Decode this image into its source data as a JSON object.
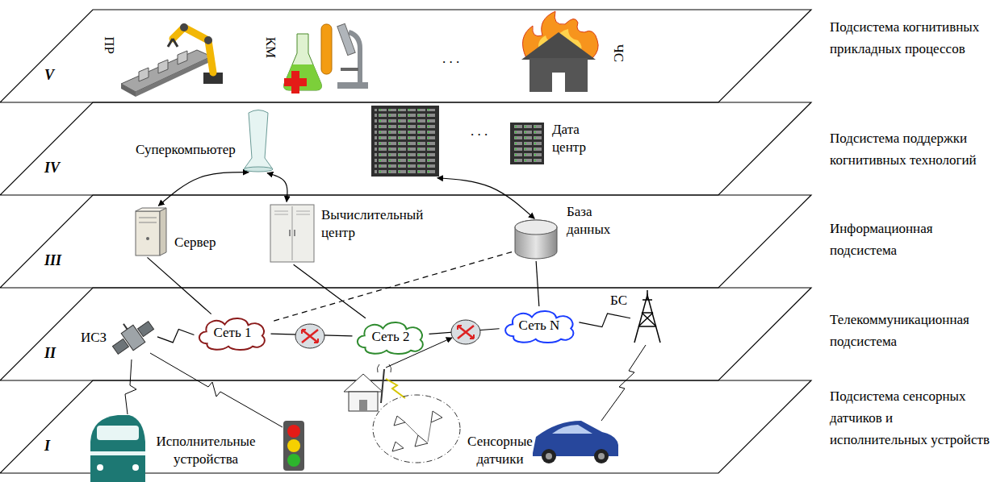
{
  "diagram": {
    "nodes": [
      {
        "text": [
          "V",
          "Подсистема когнитивных прикладных процессов"
        ]
      },
      {
        "text": [
          "IV",
          "Подсистема поддержки когнитивных технологий"
        ]
      },
      {
        "text": [
          "III",
          "Информационная подсистема"
        ]
      },
      {
        "text": [
          "II",
          "Телекоммуникационная подсистема"
        ]
      },
      {
        "text": [
          "I",
          "Подсистема сенсорных датчиков и исполнительных устройств"
        ]
      },
      {
        "text": [
          "ПР"
        ],
        "in": 0
      },
      {
        "text": [
          "КМ"
        ],
        "in": 0
      },
      {
        "text": [
          "ЧС"
        ],
        "in": 0
      },
      {
        "text": [
          "Суперкомпьютер"
        ],
        "in": 1
      },
      {
        "text": [
          "Дата центр"
        ],
        "in": 1
      },
      {
        "text": [
          "Сервер"
        ],
        "in": 2
      },
      {
        "text": [
          "Вычислительный центр"
        ],
        "in": 2
      },
      {
        "text": [
          "База данных"
        ],
        "in": 2
      },
      {
        "text": [
          "ИСЗ"
        ],
        "in": 3
      },
      {
        "text": [
          "Сеть 1"
        ],
        "in": 3
      },
      {
        "text": [
          "Сеть 2"
        ],
        "in": 3
      },
      {
        "text": [
          "Сеть N"
        ],
        "in": 3
      },
      {
        "text": [
          "БС"
        ],
        "in": 3
      },
      {
        "text": [
          "Исполнительные устройства"
        ],
        "in": 4
      },
      {
        "text": [
          "Сенсорные датчики"
        ],
        "in": 4
      }
    ],
    "edges": [
      {
        "from": 8,
        "to": 10,
        "arrow": "both"
      },
      {
        "from": 8,
        "to": 11,
        "arrow": "both"
      },
      {
        "from": 9,
        "to": 12,
        "arrow": "both"
      },
      {
        "from": 10,
        "to": 14,
        "arrow": "none"
      },
      {
        "from": 11,
        "to": 15,
        "arrow": "none"
      },
      {
        "from": 12,
        "to": 16,
        "arrow": "none"
      },
      {
        "from": 12,
        "to": 14,
        "arrow": "none"
      },
      {
        "from": 14,
        "to": 15,
        "arrow": "none"
      },
      {
        "from": 15,
        "to": 16,
        "arrow": "none"
      },
      {
        "from": 13,
        "to": 14,
        "arrow": "none"
      },
      {
        "from": 16,
        "to": 17,
        "arrow": "none"
      }
    ],
    "labels": [
      ". . .",
      ". . ."
    ]
  }
}
